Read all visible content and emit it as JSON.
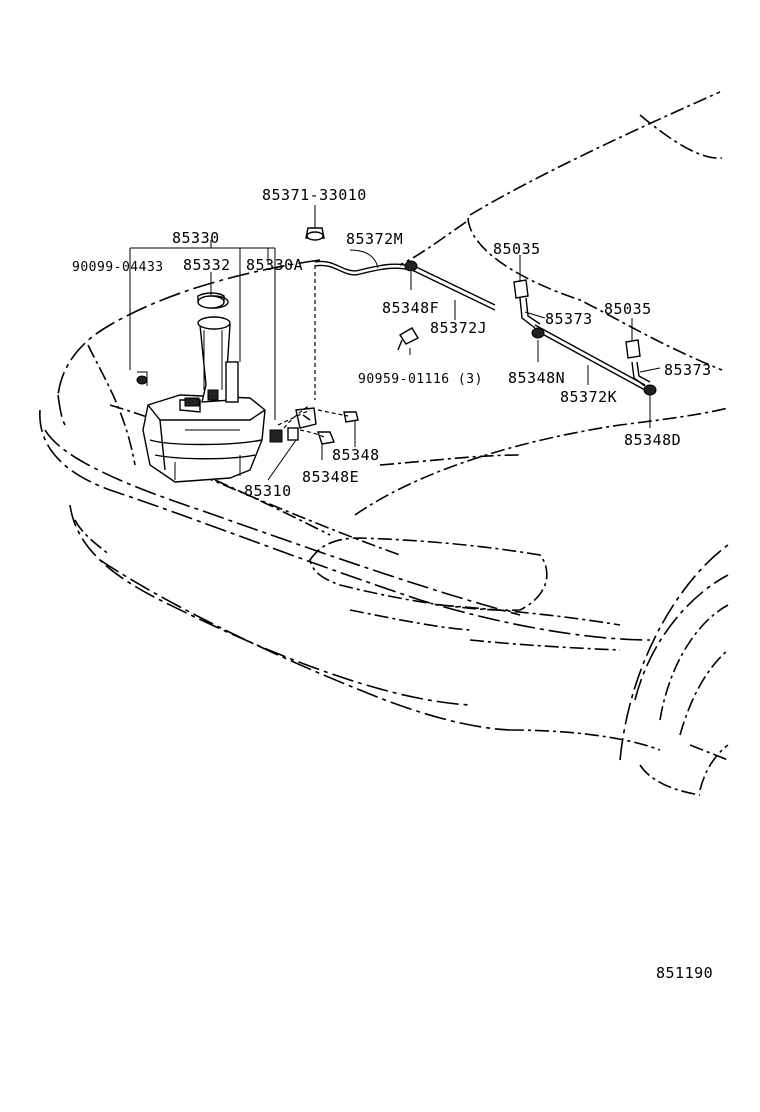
{
  "diagram": {
    "labels": {
      "p85371_33010": "85371-33010",
      "p85330": "85330",
      "p85372M": "85372M",
      "p90099_04433": "90099-04433",
      "p85332": "85332",
      "p85330A": "85330A",
      "p85035_a": "85035",
      "p85035_b": "85035",
      "p85348F": "85348F",
      "p85372J": "85372J",
      "p85373_a": "85373",
      "p85373_b": "85373",
      "p90959_01116": "90959-01116 (3)",
      "p85348N": "85348N",
      "p85372K": "85372K",
      "p85348D": "85348D",
      "p85348": "85348",
      "p85310": "85310",
      "p85348E": "85348E",
      "ref": "851190"
    }
  }
}
